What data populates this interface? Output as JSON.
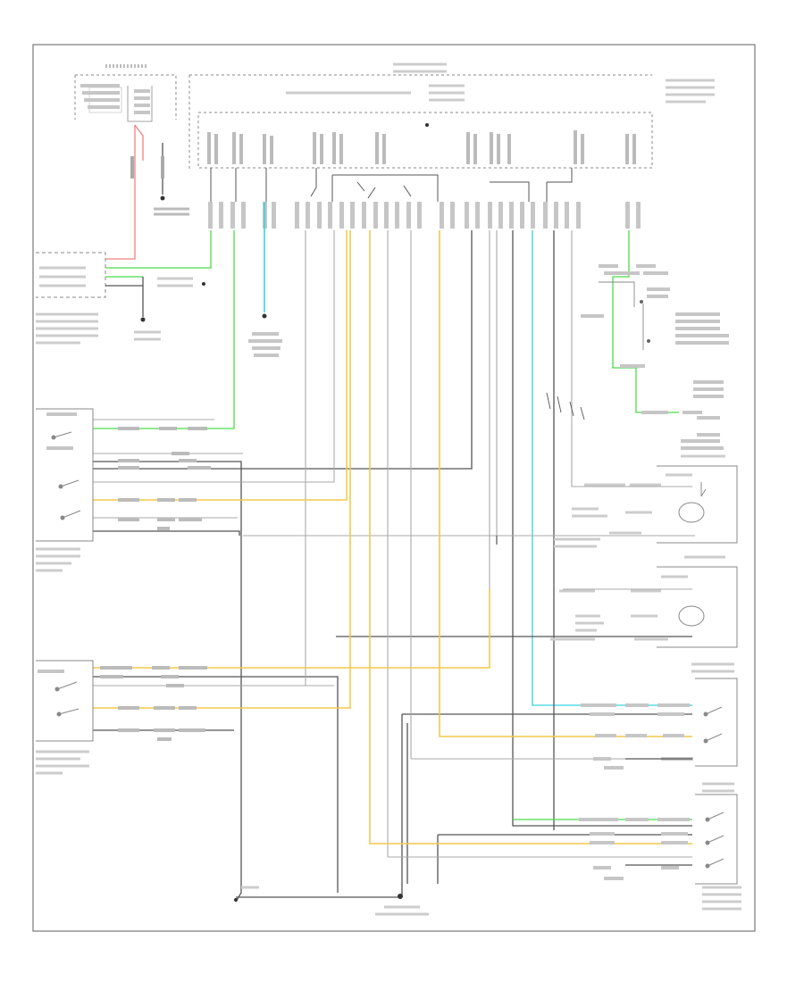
{
  "diagram": {
    "footer_code": "",
    "wire_colors": {
      "black": "#555555",
      "green": "#4cdc4c",
      "blue": "#35d3e0",
      "yellow": "#f2c94c",
      "red": "#f08080",
      "gray": "#9a9a9a"
    },
    "components": [
      {
        "id": "bcm",
        "name": "body-control-module"
      },
      {
        "id": "pcm",
        "name": "engine-control-module"
      },
      {
        "id": "driver-switch",
        "name": "driver-door-switch"
      },
      {
        "id": "passenger-switch",
        "name": "passenger-door-switch"
      },
      {
        "id": "rr-switch",
        "name": "right-rear-door-switch"
      },
      {
        "id": "lr-switch",
        "name": "left-rear-door-switch"
      },
      {
        "id": "driver-lock",
        "name": "driver-door-lock-actuator"
      },
      {
        "id": "rear-lock",
        "name": "rear-door-lock-actuator"
      }
    ]
  }
}
